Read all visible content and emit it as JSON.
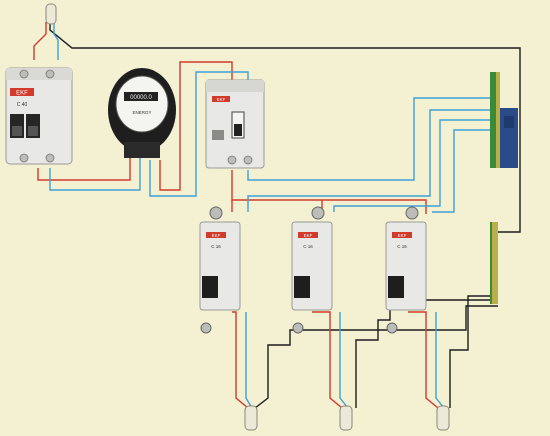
{
  "colors": {
    "background": "#f3f1d2",
    "phase_wire": "#d23a2c",
    "neutral_wire": "#3fa0d8",
    "ground_wire": "#1d1d1d",
    "device_body": "#e8e8e6",
    "device_shade": "#c9c9c6",
    "brand_red": "#d23a2c",
    "bus_bar_brass": "#b9b04a",
    "bus_bar_green": "#3a8a3a",
    "din_mount_blue": "#2a4b8a"
  },
  "devices": {
    "main_breaker": {
      "brand": "EKF",
      "rating": "C 40"
    },
    "meter": {
      "brand": "ENERGY",
      "reading": "00000.0",
      "icon": "electricity-meter-icon"
    },
    "rcd": {
      "brand": "EKF"
    },
    "branch_breakers": [
      {
        "brand": "EKF",
        "rating": "C 16"
      },
      {
        "brand": "EKF",
        "rating": "C 16"
      },
      {
        "brand": "EKF",
        "rating": "C 16"
      }
    ]
  },
  "icons": {
    "supply_lead": "cable-lead-icon",
    "load_lead": "cable-lead-icon",
    "neutral_bus": "neutral-bus-bar-icon",
    "ground_bus": "ground-bus-bar-icon"
  }
}
